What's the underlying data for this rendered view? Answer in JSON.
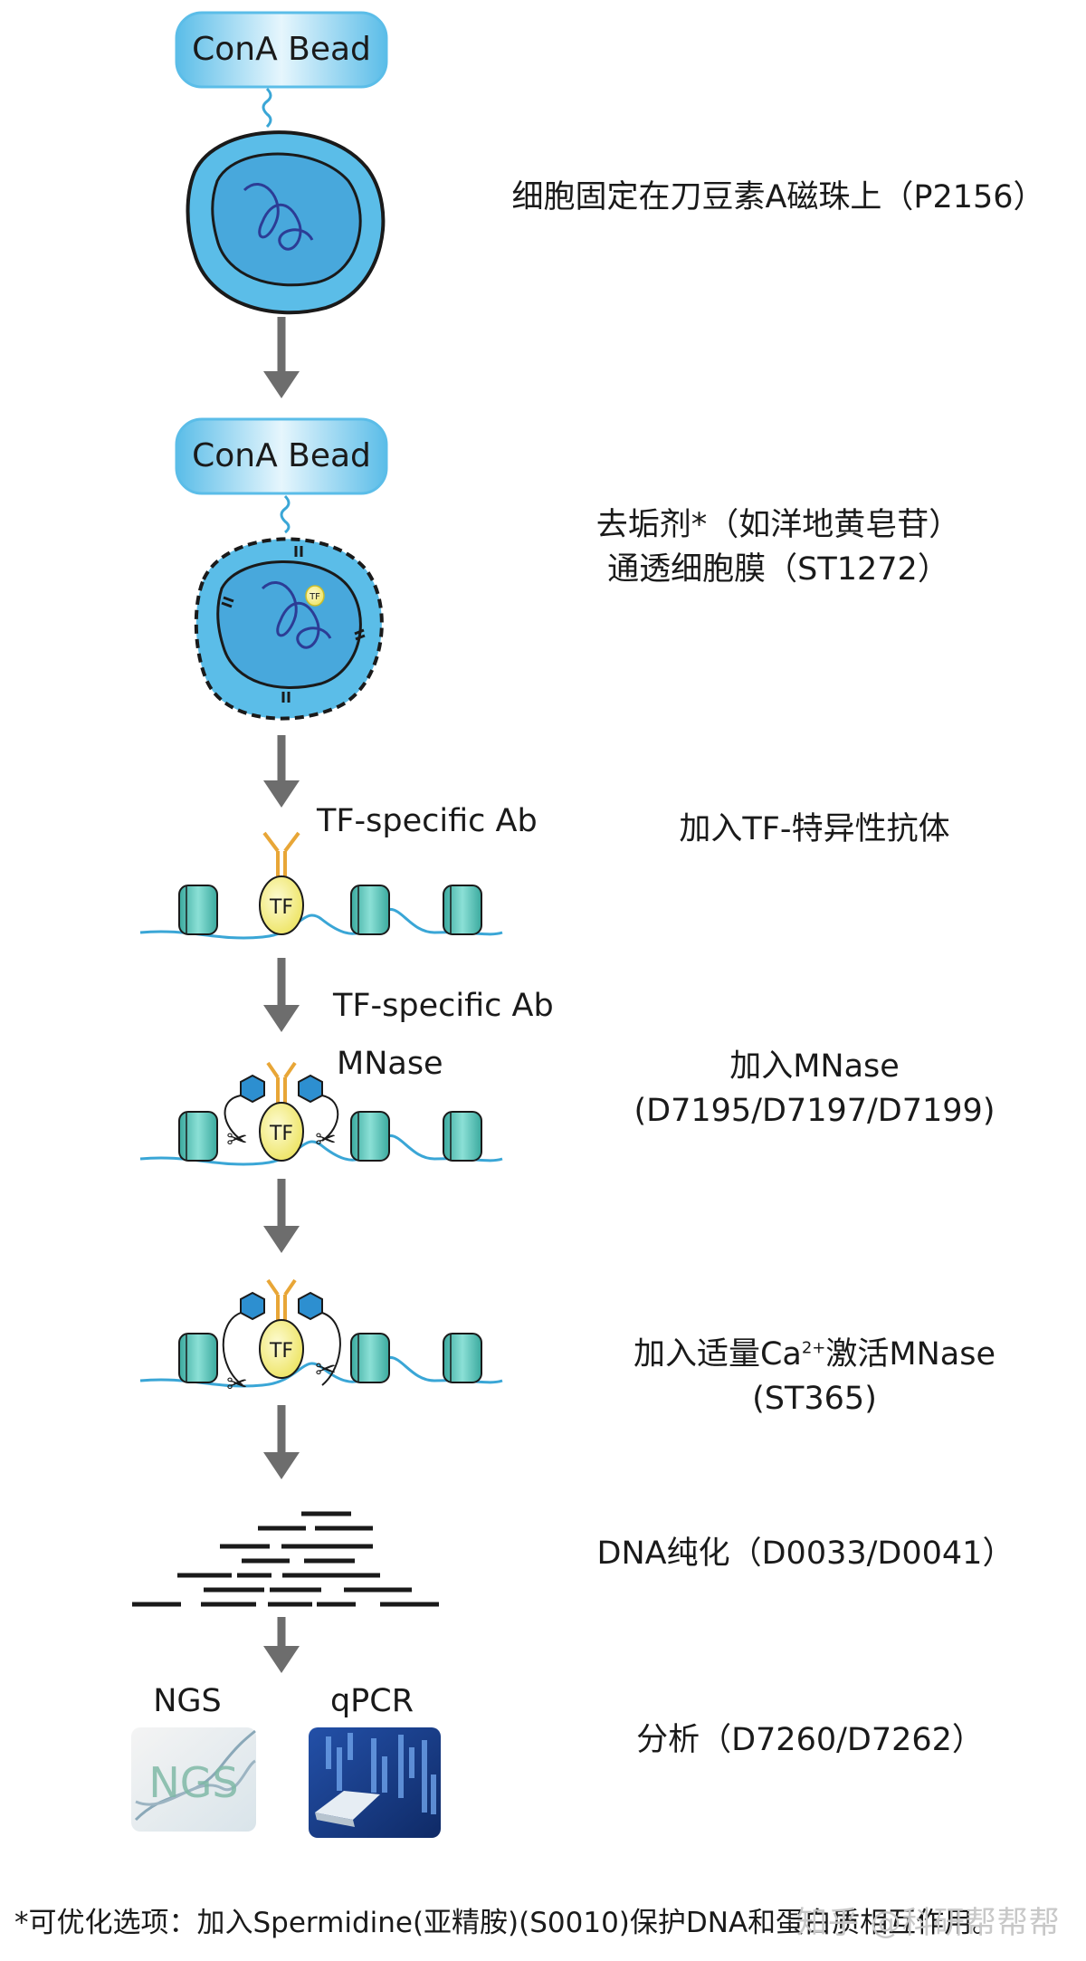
{
  "bead_label": "ConA Bead",
  "tf_label": "TF",
  "diagram_labels": {
    "antibody_1": "TF-specific Ab",
    "antibody_2": "TF-specific Ab",
    "mnase": "MNase",
    "ngs": "NGS",
    "qpcr": "qPCR",
    "ngs_image_text": "NGS"
  },
  "steps": [
    {
      "lines": [
        "细胞固定在刀豆素A磁珠上（P2156）"
      ]
    },
    {
      "lines": [
        "去垢剂*（如洋地黄皂苷）",
        "通透细胞膜（ST1272）"
      ]
    },
    {
      "lines": [
        "加入TF-特异性抗体"
      ]
    },
    {
      "lines": [
        "加入MNase",
        "(D7195/D7197/D7199)"
      ]
    },
    {
      "line1_prefix": "加入适量Ca",
      "line1_sup": "2+",
      "line1_suffix": "激活MNase",
      "line2": "(ST365)"
    },
    {
      "lines": [
        "DNA纯化（D0033/D0041）"
      ]
    },
    {
      "lines": [
        "分析（D7260/D7262）"
      ]
    }
  ],
  "footnote": "*可优化选项：加入Spermidine(亚精胺)(S0010)保护DNA和蛋白质相互作用。",
  "watermark": "知乎 @科研帮帮帮",
  "colors": {
    "bead": "#5bbde8",
    "cell_fill": "#5bbde8",
    "nucleus_fill": "#48a8dc",
    "chromatin": "#2c3c95",
    "arrow": "#6d6d6d",
    "nucleosome": "#5fc1b8",
    "dna": "#3aa6d6",
    "tf": "#f4ee7a",
    "antibody": "#e8a637",
    "mnase": "#2d8fd0"
  }
}
